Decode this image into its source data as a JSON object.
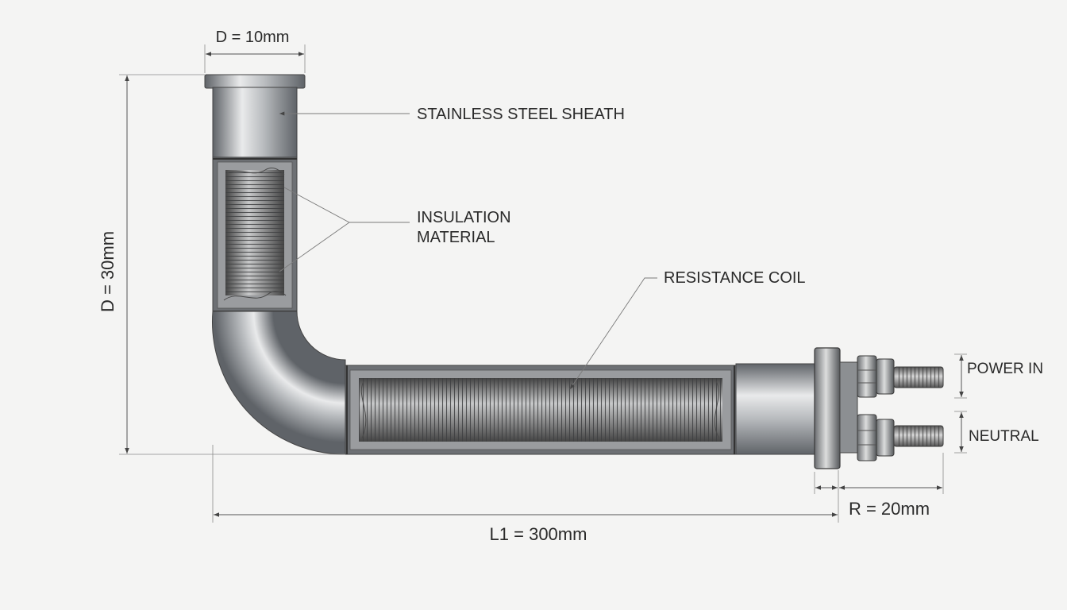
{
  "labels": {
    "sheath": "STAINLESS STEEL SHEATH",
    "insulation_line1": "INSULATION",
    "insulation_line2": "MATERIAL",
    "coil": "RESISTANCE COIL",
    "power_in": "POWER IN",
    "neutral": "NEUTRAL"
  },
  "dimensions": {
    "top_diameter": "D = 10mm",
    "height": "D = 30mm",
    "length": "L1 = 300mm",
    "radius": "R = 20mm"
  },
  "colors": {
    "steel_dark": "#5f6368",
    "steel_mid": "#a9acaf",
    "steel_light": "#e9eaeb",
    "coil": "#6b6d70",
    "background": "#f4f4f3"
  }
}
